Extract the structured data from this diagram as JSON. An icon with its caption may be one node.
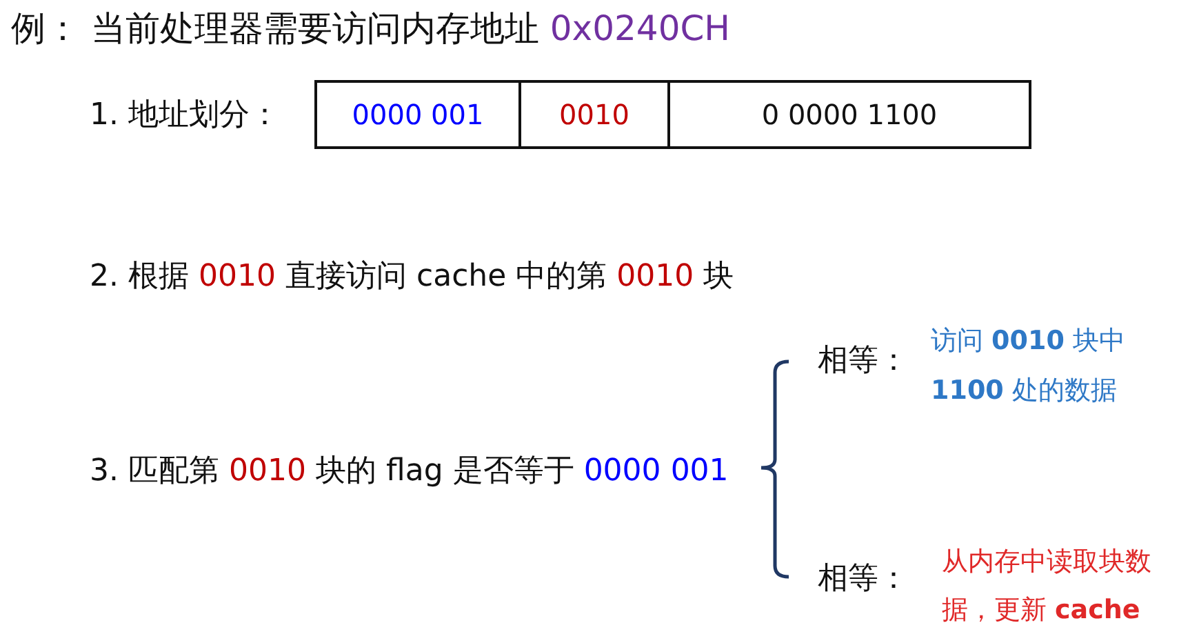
{
  "diagram": {
    "title": "例： 当前处理器需要访问内存地址 0x0240CH",
    "nodes": [
      {
        "text": [
          "0000 001"
        ]
      },
      {
        "text": [
          "0010"
        ]
      },
      {
        "text": [
          "0 0000 1100"
        ]
      }
    ],
    "labels": [
      "1. 地址划分：",
      "2. 根据 0010 直接访问 cache 中的第 0010 块",
      "相等：",
      "访问 **0010** 块中 **1100** 处的数据",
      "3. 匹配第 0010 块的 flag 是否等于 0000 001",
      "相等：",
      "从内存中读取块数据，更新 **cache**"
    ]
  }
}
